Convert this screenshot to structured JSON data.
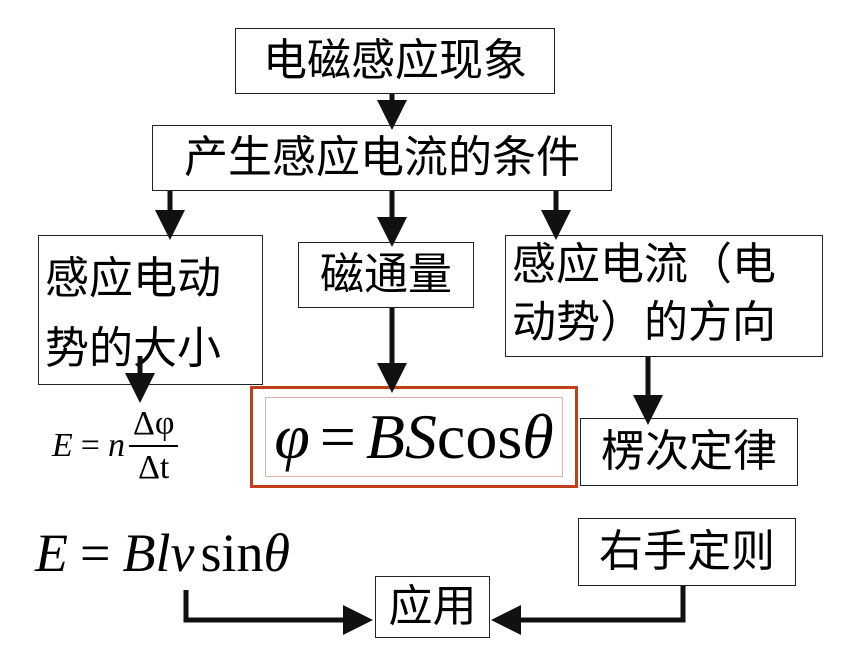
{
  "nodes": {
    "phenomenon": "电磁感应现象",
    "condition": "产生感应电流的条件",
    "emf_magnitude": "感应电动势的大小",
    "flux": "磁通量",
    "direction": "感应电流（电动势）的方向",
    "lenz_law": "楞次定律",
    "right_hand_rule": "右手定则",
    "application": "应用"
  },
  "formulas": {
    "faraday": {
      "lhs": "E",
      "eq": "=",
      "coef": "n",
      "numerator": "Δφ",
      "denominator": "Δt"
    },
    "flux": {
      "phi": "φ",
      "eq": "=",
      "bs": "BS",
      "cos": "cos",
      "theta": "θ"
    },
    "motional": {
      "lhs": "E",
      "eq": "=",
      "blv": "Blv",
      "sin": "sin",
      "theta": "θ"
    }
  },
  "colors": {
    "line": "#111111",
    "highlight_border": "#c0401a"
  }
}
